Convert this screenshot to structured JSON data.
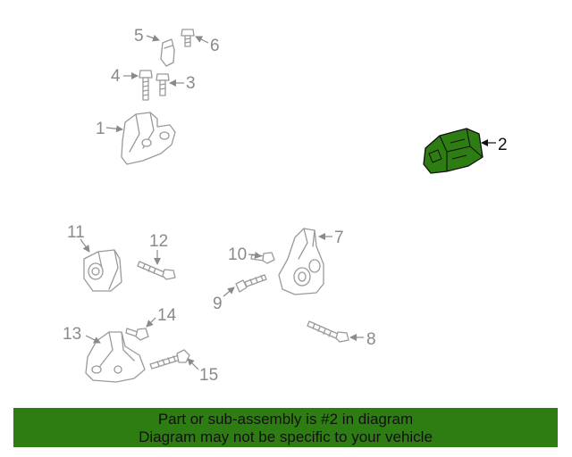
{
  "callouts": {
    "c1": "1",
    "c2": "2",
    "c3": "3",
    "c4": "4",
    "c5": "5",
    "c6": "6",
    "c7": "7",
    "c8": "8",
    "c9": "9",
    "c10": "10",
    "c11": "11",
    "c12": "12",
    "c13": "13",
    "c14": "14",
    "c15": "15"
  },
  "highlight_part": "2",
  "colors": {
    "highlight": "#2e7d12",
    "banner": "#2e7d12",
    "line": "#9a9a9a",
    "text_muted": "#8a8a8a"
  },
  "banner": {
    "line1": "Part or sub-assembly is #2 in diagram",
    "line2": "Diagram may not be specific to your vehicle"
  }
}
